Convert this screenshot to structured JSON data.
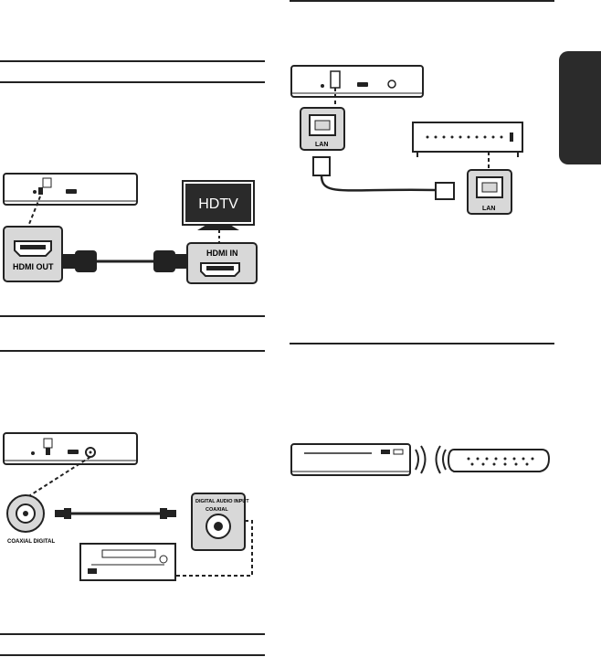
{
  "labels": {
    "hdmi_out": "HDMI OUT",
    "hdtv": "HDTV",
    "hdmi_in": "HDMI IN",
    "coaxial_digital": "COAXIAL DIGITAL",
    "digital_audio_input_1": "DIGITAL AUDIO INPUT",
    "digital_audio_input_2": "COAXIAL",
    "lan_player": "LAN",
    "lan_router": "LAN"
  },
  "colors": {
    "ink": "#222222",
    "port_fill": "#d8d8d8",
    "tv_screen": "#2a2a2a",
    "tab": "#2b2b2b"
  }
}
